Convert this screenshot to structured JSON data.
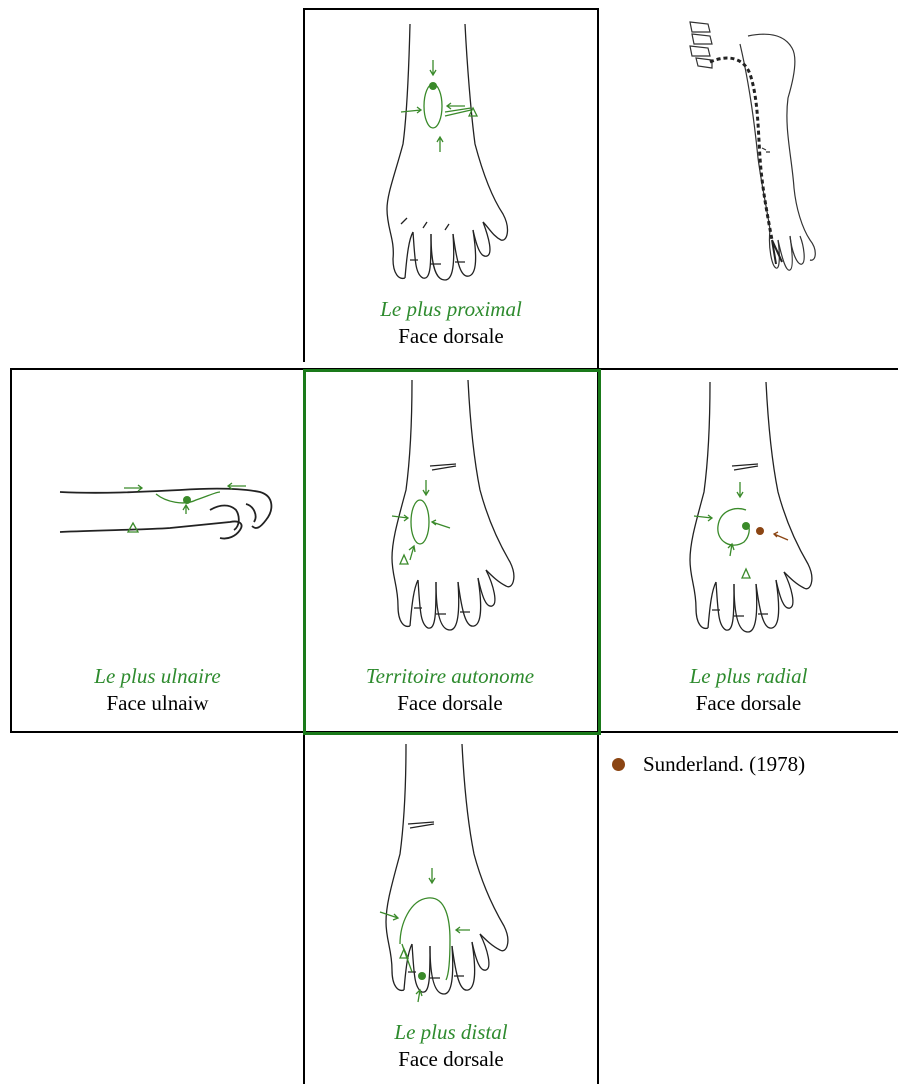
{
  "cells": {
    "proximal": {
      "title": "Le plus proximal",
      "face": "Face dorsale"
    },
    "ulnar": {
      "title": "Le plus ulnaire",
      "face": "Face ulnaiw"
    },
    "autonomous": {
      "title": "Territoire autonome",
      "face": "Face dorsale"
    },
    "radial": {
      "title": "Le plus radial",
      "face": "Face dorsale"
    },
    "distal": {
      "title": "Le plus distal",
      "face": "Face dorsale"
    }
  },
  "legend": {
    "label": "Sunderland. (1978)",
    "color": "#8b4513"
  },
  "colors": {
    "accent_green": "#2e8b2e",
    "highlight_border": "#1a7a1a",
    "brown_marker": "#8b4513"
  }
}
